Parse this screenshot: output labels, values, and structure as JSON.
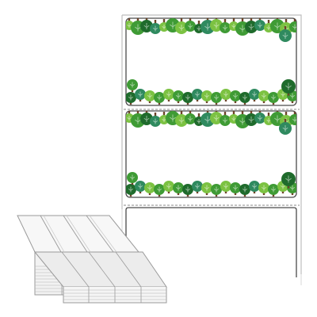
{
  "product": {
    "kind": "fanfold continuous label sheet",
    "labels_per_row": 1,
    "visible_labels": 2,
    "label_theme": "tree-border",
    "stack_columns": 4
  },
  "colors": {
    "background": "#ffffff",
    "sheet_outline": "#bdbdbd",
    "label_outline": "#4a4a4a",
    "perforation": "#8a8a8a",
    "tree_light": "#7cc242",
    "tree_mid": "#3f9b35",
    "tree_dark": "#1f6b2c",
    "tree_teal": "#2f8a5f",
    "trunk": "#6b4428",
    "stack_face": "#f4f4f4",
    "stack_shadow": "#cfcfcf"
  },
  "icons": {
    "tree": "tree-icon",
    "stack": "fanfold-stack-icon"
  }
}
